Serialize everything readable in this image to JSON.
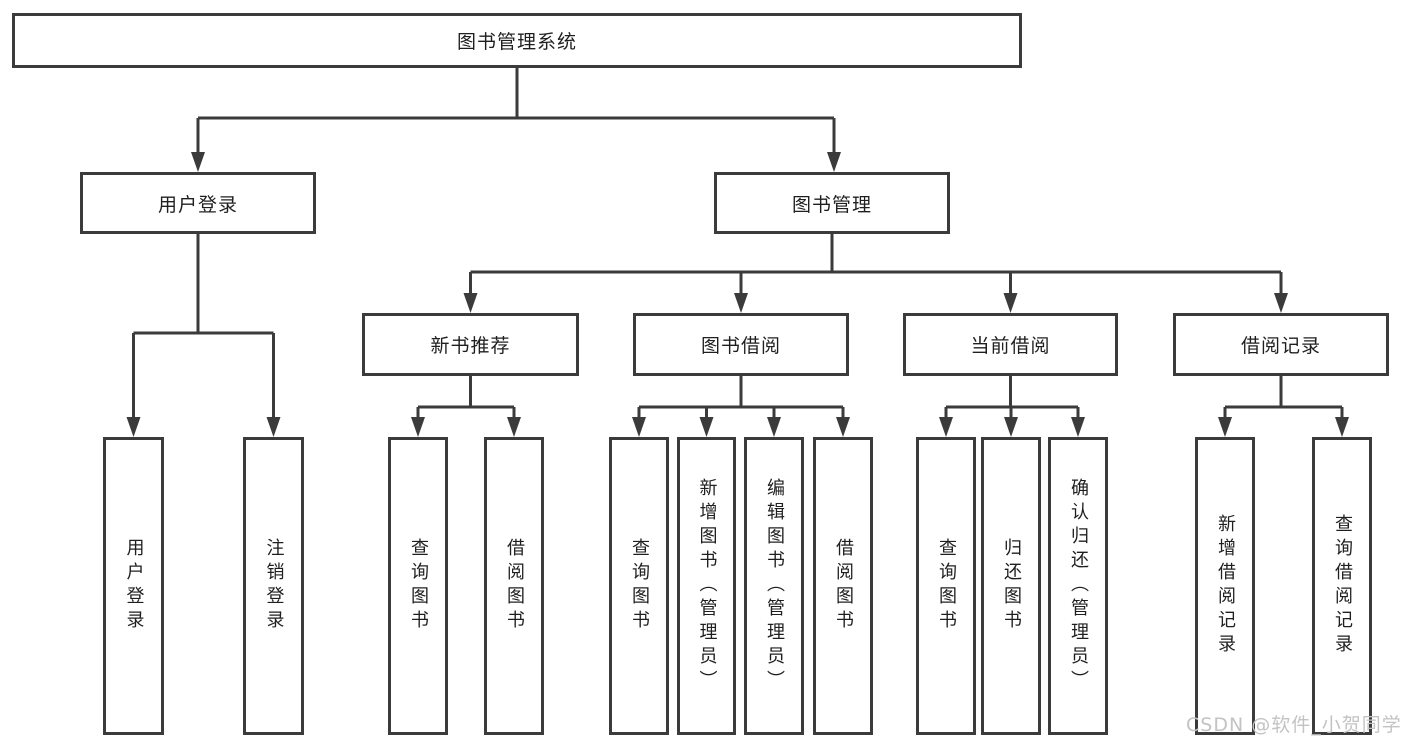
{
  "diagram": {
    "colors": {
      "line": "#3b3b3b",
      "box_background": "#ffffff",
      "text": "#1f1f1f",
      "watermark": "#c3c3c3"
    },
    "tree": {
      "图书管理系统": {
        "用户登录": [
          "用户登录",
          "注销登录"
        ],
        "图书管理": {
          "新书推荐": [
            "查询图书",
            "借阅图书"
          ],
          "图书借阅": [
            "查询图书",
            "新增图书（管理员）",
            "编辑图书（管理员）",
            "借阅图书"
          ],
          "当前借阅": [
            "查询图书",
            "归还图书",
            "确认归还（管理员）"
          ],
          "借阅记录": [
            "新增借阅记录",
            "查询借阅记录"
          ]
        }
      }
    }
  },
  "nodes": {
    "root": {
      "label": "图书管理系统"
    },
    "user_login": {
      "label": "用户登录"
    },
    "book_mgmt": {
      "label": "图书管理"
    },
    "new_book_rec": {
      "label": "新书推荐"
    },
    "book_borrow": {
      "label": "图书借阅"
    },
    "current_borrow": {
      "label": "当前借阅"
    },
    "borrow_records": {
      "label": "借阅记录"
    },
    "leaf_user_login": {
      "label": "用户登录"
    },
    "leaf_logout": {
      "label": "注销登录"
    },
    "leaf_nbr_query": {
      "label": "查询图书"
    },
    "leaf_nbr_borrow": {
      "label": "借阅图书"
    },
    "leaf_bb_query": {
      "label": "查询图书"
    },
    "leaf_bb_add": {
      "label": "新增图书（管理员）"
    },
    "leaf_bb_edit": {
      "label": "编辑图书（管理员）"
    },
    "leaf_bb_borrow": {
      "label": "借阅图书"
    },
    "leaf_cb_query": {
      "label": "查询图书"
    },
    "leaf_cb_return": {
      "label": "归还图书"
    },
    "leaf_cb_confirm": {
      "label": "确认归还（管理员）"
    },
    "leaf_br_add": {
      "label": "新增借阅记录"
    },
    "leaf_br_query": {
      "label": "查询借阅记录"
    }
  },
  "watermark": {
    "text": "CSDN @软件_小贺同学"
  }
}
